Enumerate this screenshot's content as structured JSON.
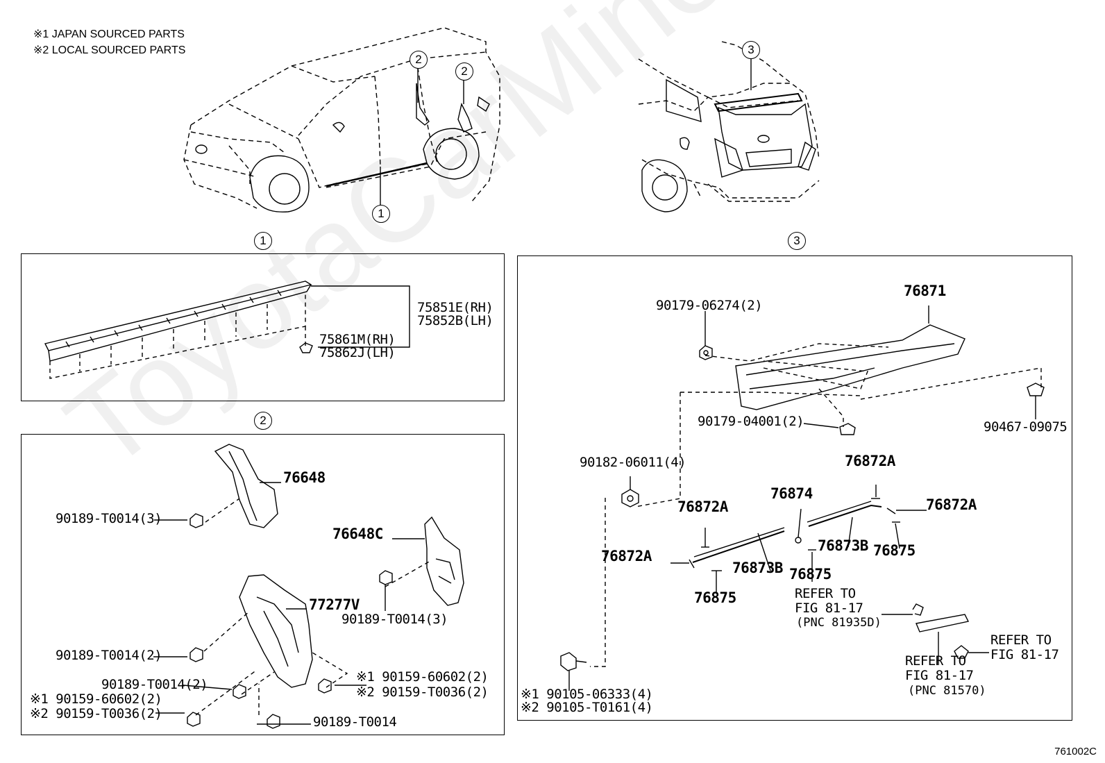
{
  "notes": [
    "※1 JAPAN SOURCED PARTS",
    "※2 LOCAL SOURCED PARTS"
  ],
  "watermark": "ToyotaCarMine.ru",
  "diagram_code": "761002C",
  "section_markers": {
    "one": "1",
    "two": "2",
    "three": "3"
  },
  "overview": {
    "front_view_callouts": [
      "2",
      "2",
      "1"
    ],
    "rear_view_callouts": [
      "3"
    ]
  },
  "panel1": {
    "parts": [
      "75851E(RH)",
      "75852B(LH)",
      "75861M(RH)",
      "75862J(LH)"
    ]
  },
  "panel2": {
    "parts": {
      "p76648": "76648",
      "p76648c": "76648C",
      "p77277v": "77277V",
      "clip_a": "90189-T0014(3)",
      "clip_b": "90189-T0014(3)",
      "clip_c": "90189-T0014(2)",
      "clip_d": "90189-T0014(2)",
      "clip_e": "90189-T0014",
      "screw_r1": "※1 90159-60602(2)",
      "screw_r2": "※2 90159-T0036(2)",
      "screw_l1": "※1 90159-60602(2)",
      "screw_l2": "※2 90159-T0036(2)"
    }
  },
  "panel3": {
    "parts": {
      "spoiler": "76871",
      "nut_top": "90179-06274(2)",
      "nut_bottom": "90179-04001(2)",
      "clip_right": "90467-09075",
      "grommet": "90182-06011(4)",
      "tape_a1": "76872A",
      "tape_a2": "76872A",
      "tape_a3": "76872A",
      "tape_a4": "76872A",
      "pad_874": "76874",
      "seal_b1": "76873B",
      "seal_b2": "76873B",
      "pad_875a": "76875",
      "pad_875b": "76875",
      "pad_875c": "76875",
      "bolt1": "※1 90105-06333(4)",
      "bolt2": "※2 90105-T0161(4)"
    },
    "refer1": [
      "REFER TO",
      "FIG 81-17",
      "(PNC 81935D)"
    ],
    "refer2": [
      "REFER TO",
      "FIG 81-17",
      "(PNC 81570)"
    ],
    "refer3": [
      "REFER TO",
      "FIG 81-17"
    ]
  }
}
